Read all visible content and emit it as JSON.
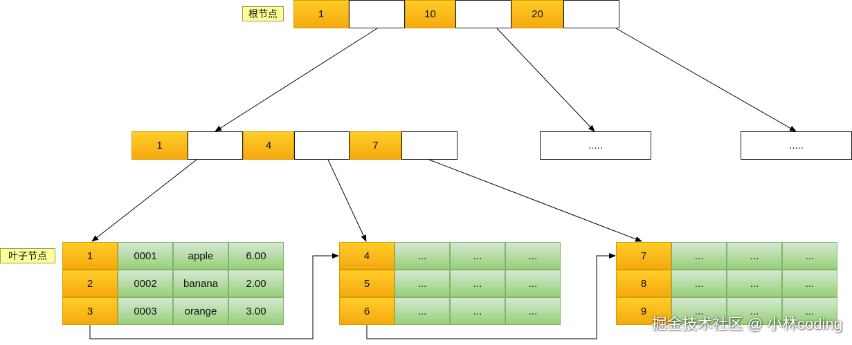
{
  "labels": {
    "root": "根节点",
    "leaf": "叶子节点"
  },
  "root": {
    "keys": [
      "1",
      "10",
      "20"
    ]
  },
  "internal": {
    "keys": [
      "1",
      "4",
      "7"
    ]
  },
  "placeholders": [
    ".....",
    "....."
  ],
  "leaves": [
    {
      "rows": [
        {
          "key": "1",
          "cols": [
            "0001",
            "apple",
            "6.00"
          ]
        },
        {
          "key": "2",
          "cols": [
            "0002",
            "banana",
            "2.00"
          ]
        },
        {
          "key": "3",
          "cols": [
            "0003",
            "orange",
            "3.00"
          ]
        }
      ]
    },
    {
      "rows": [
        {
          "key": "4",
          "cols": [
            "...",
            "...",
            "..."
          ]
        },
        {
          "key": "5",
          "cols": [
            "...",
            "...",
            "..."
          ]
        },
        {
          "key": "6",
          "cols": [
            "...",
            "...",
            "..."
          ]
        }
      ]
    },
    {
      "rows": [
        {
          "key": "7",
          "cols": [
            "...",
            "...",
            "..."
          ]
        },
        {
          "key": "8",
          "cols": [
            "...",
            "...",
            "..."
          ]
        },
        {
          "key": "9",
          "cols": [
            "...",
            "...",
            "..."
          ]
        }
      ]
    }
  ],
  "watermark": "掘金技术社区 @ 小林coding",
  "colors": {
    "key_fill": "#f5a90f",
    "data_fill": "#97d077",
    "label_fill": "#ffff99"
  }
}
